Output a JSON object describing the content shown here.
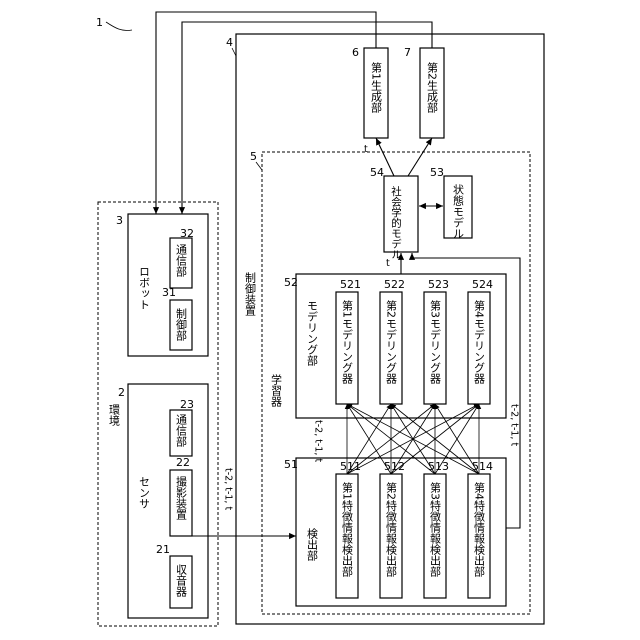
{
  "figure_ref": "1",
  "environment": {
    "ref": "2",
    "label": "環境"
  },
  "sensor": {
    "label": "センサ"
  },
  "microphone": {
    "ref": "21",
    "label": "収音器"
  },
  "imaging_device": {
    "ref": "22",
    "label": "撮影装置"
  },
  "sensor_comm": {
    "ref": "23",
    "label": "通信部"
  },
  "robot": {
    "ref": "3",
    "label": "ロボット"
  },
  "robot_control": {
    "ref": "31",
    "label": "制御部"
  },
  "robot_comm": {
    "ref": "32",
    "label": "通信部"
  },
  "control_device": {
    "ref": "4",
    "label": "制御装置"
  },
  "learner": {
    "ref": "5",
    "label": "学習器"
  },
  "detection_unit": {
    "ref": "51",
    "label": "検出部"
  },
  "detectors": [
    {
      "ref": "511",
      "label": "第1特徴情報検出部"
    },
    {
      "ref": "512",
      "label": "第2特徴情報検出部"
    },
    {
      "ref": "513",
      "label": "第3特徴情報検出部"
    },
    {
      "ref": "514",
      "label": "第4特徴情報検出部"
    }
  ],
  "modeling_unit": {
    "ref": "52",
    "label": "モデリング部"
  },
  "modelers": [
    {
      "ref": "521",
      "label": "第1モデリング器"
    },
    {
      "ref": "522",
      "label": "第2モデリング器"
    },
    {
      "ref": "523",
      "label": "第3モデリング器"
    },
    {
      "ref": "524",
      "label": "第4モデリング器"
    }
  ],
  "social_model": {
    "ref": "54",
    "label": "社会学的モデル"
  },
  "state_model": {
    "ref": "53",
    "label": "状態モデル"
  },
  "generator1": {
    "ref": "6",
    "label": "第1生成部"
  },
  "generator2": {
    "ref": "7",
    "label": "第2生成部"
  },
  "time_labels": {
    "sensor_out": "t-2, t-1, t",
    "detect_out": "t-2, t-1, t",
    "side": "t-2, t-1, t",
    "model_out": "t",
    "gen_out": "t"
  }
}
